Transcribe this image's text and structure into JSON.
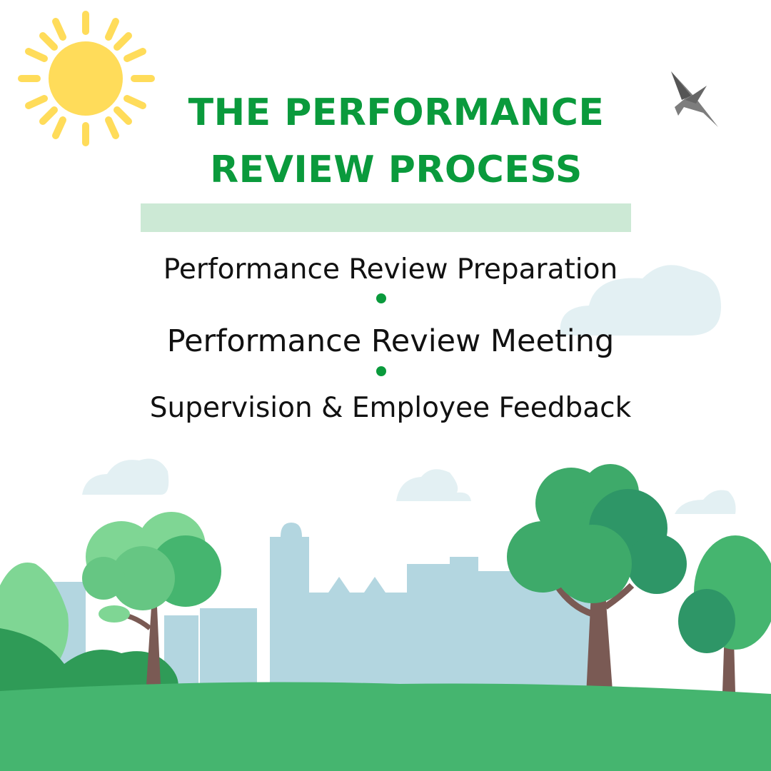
{
  "title": {
    "line1": "THE PERFORMANCE",
    "line2": "REVIEW PROCESS"
  },
  "steps": [
    "Performance Review Preparation",
    "Performance Review Meeting",
    "Supervision & Employee Feedback"
  ],
  "colors": {
    "title": "#0a9a3c",
    "accent_bar": "#cce9d5",
    "bullet": "#0a9a3c",
    "text": "#111111",
    "sun": "#ffdc5a",
    "grass": "#45b56f",
    "skyline": "#b3d6e0"
  },
  "icons": [
    "sun-icon",
    "bird-icon",
    "cloud-icon",
    "tree-icon",
    "city-skyline"
  ]
}
